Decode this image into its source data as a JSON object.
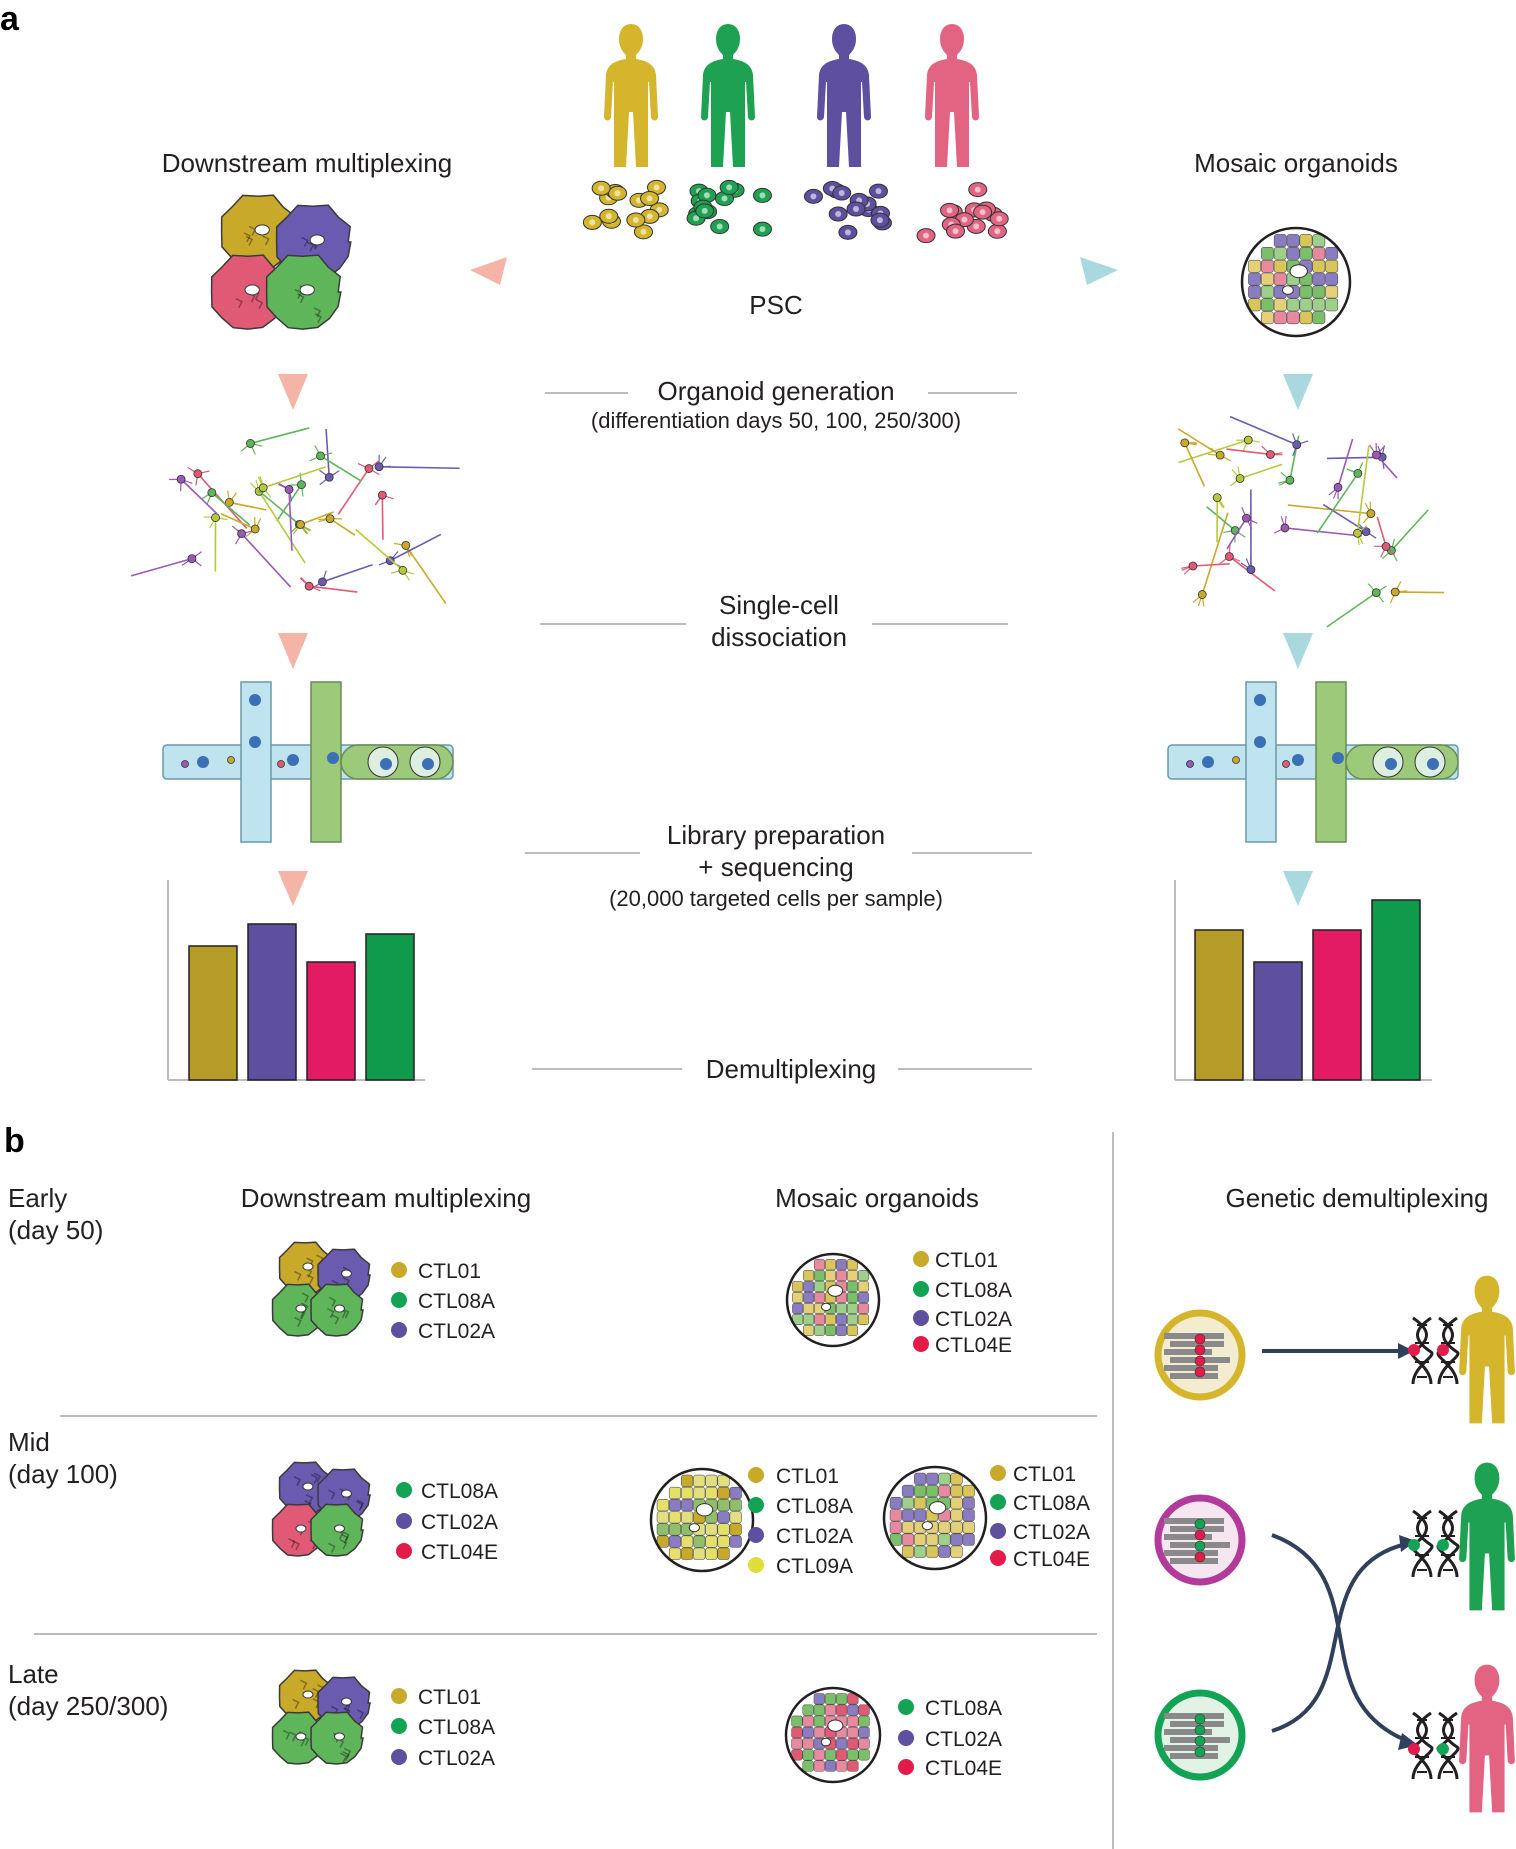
{
  "panel_a": {
    "label": "a",
    "left_title": "Downstream multiplexing",
    "right_title": "Mosaic organoids",
    "center_source": "PSC",
    "steps": [
      {
        "title_lines": [
          "Organoid generation"
        ],
        "detail": "(differentiation days 50, 100, 250/300)"
      },
      {
        "title_lines": [
          "Single-cell",
          "dissociation"
        ],
        "detail": ""
      },
      {
        "title_lines": [
          "Library preparation",
          "+ sequencing"
        ],
        "detail": "(20,000 targeted cells per sample)"
      },
      {
        "title_lines": [
          "Demultiplexing"
        ],
        "detail": ""
      }
    ],
    "donor_colors": [
      "#d4b52b",
      "#1ea252",
      "#5e4f9f",
      "#e26482"
    ],
    "left_bars": [
      {
        "value": 0.67,
        "color": "#b59b28"
      },
      {
        "value": 0.78,
        "color": "#5e4f9f"
      },
      {
        "value": 0.59,
        "color": "#e31b63"
      },
      {
        "value": 0.73,
        "color": "#109a4c"
      }
    ],
    "right_bars": [
      {
        "value": 0.75,
        "color": "#b59b28"
      },
      {
        "value": 0.59,
        "color": "#5e4f9f"
      },
      {
        "value": 0.75,
        "color": "#e31b63"
      },
      {
        "value": 0.9,
        "color": "#109a4c"
      }
    ]
  },
  "panel_b": {
    "label": "b",
    "col_downstream": "Downstream multiplexing",
    "col_mosaic": "Mosaic organoids",
    "col_genetic": "Genetic demultiplexing",
    "rows": [
      {
        "name": "Early",
        "day": "(day 50)",
        "color": "#9b2a83",
        "downstream": [
          "CTL01",
          "CTL08A",
          "CTL02A"
        ],
        "mosaic": [
          [
            "CTL01",
            "CTL08A",
            "CTL02A",
            "CTL04E"
          ]
        ]
      },
      {
        "name": "Mid",
        "day": "(day 100)",
        "color": "#148a8c",
        "downstream": [
          "CTL08A",
          "CTL02A",
          "CTL04E"
        ],
        "mosaic": [
          [
            "CTL01",
            "CTL08A",
            "CTL02A",
            "CTL09A"
          ],
          [
            "CTL01",
            "CTL08A",
            "CTL02A",
            "CTL04E"
          ]
        ]
      },
      {
        "name": "Late",
        "day": "(day 250/300)",
        "color": "#2c2a6b",
        "downstream": [
          "CTL01",
          "CTL08A",
          "CTL02A"
        ],
        "mosaic": [
          [
            "CTL08A",
            "CTL02A",
            "CTL04E"
          ]
        ]
      }
    ],
    "line_colors": {
      "CTL01": "#c9a92a",
      "CTL08A": "#13a355",
      "CTL02A": "#5e4f9f",
      "CTL04E": "#e31b4a",
      "CTL09A": "#dede3a"
    }
  }
}
